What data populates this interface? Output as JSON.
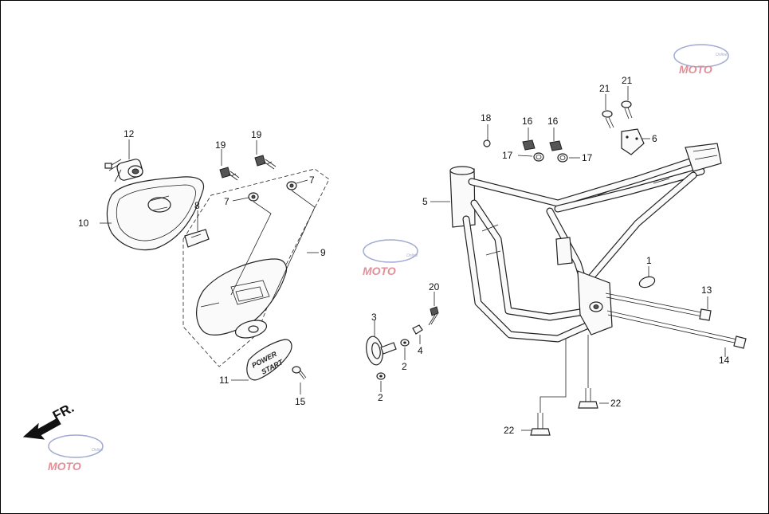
{
  "callouts": {
    "n1": "1",
    "n2a": "2",
    "n2b": "2",
    "n3": "3",
    "n4": "4",
    "n5": "5",
    "n6": "6",
    "n7a": "7",
    "n7b": "7",
    "n8": "8",
    "n9": "9",
    "n10": "10",
    "n11": "11",
    "n12": "12",
    "n13": "13",
    "n14": "14",
    "n15": "15",
    "n16a": "16",
    "n16b": "16",
    "n17a": "17",
    "n17b": "17",
    "n18": "18",
    "n19a": "19",
    "n19b": "19",
    "n20": "20",
    "n21a": "21",
    "n21b": "21",
    "n22a": "22",
    "n22b": "22"
  },
  "direction_label": "FR.",
  "side_cover_text": {
    "line1": "POWER",
    "line2": "START"
  },
  "watermark": {
    "text": "MOTO",
    "small": "Online"
  },
  "colors": {
    "ink": "#222222",
    "watermark_red": "#cc3344",
    "watermark_blue": "#5566aa"
  }
}
